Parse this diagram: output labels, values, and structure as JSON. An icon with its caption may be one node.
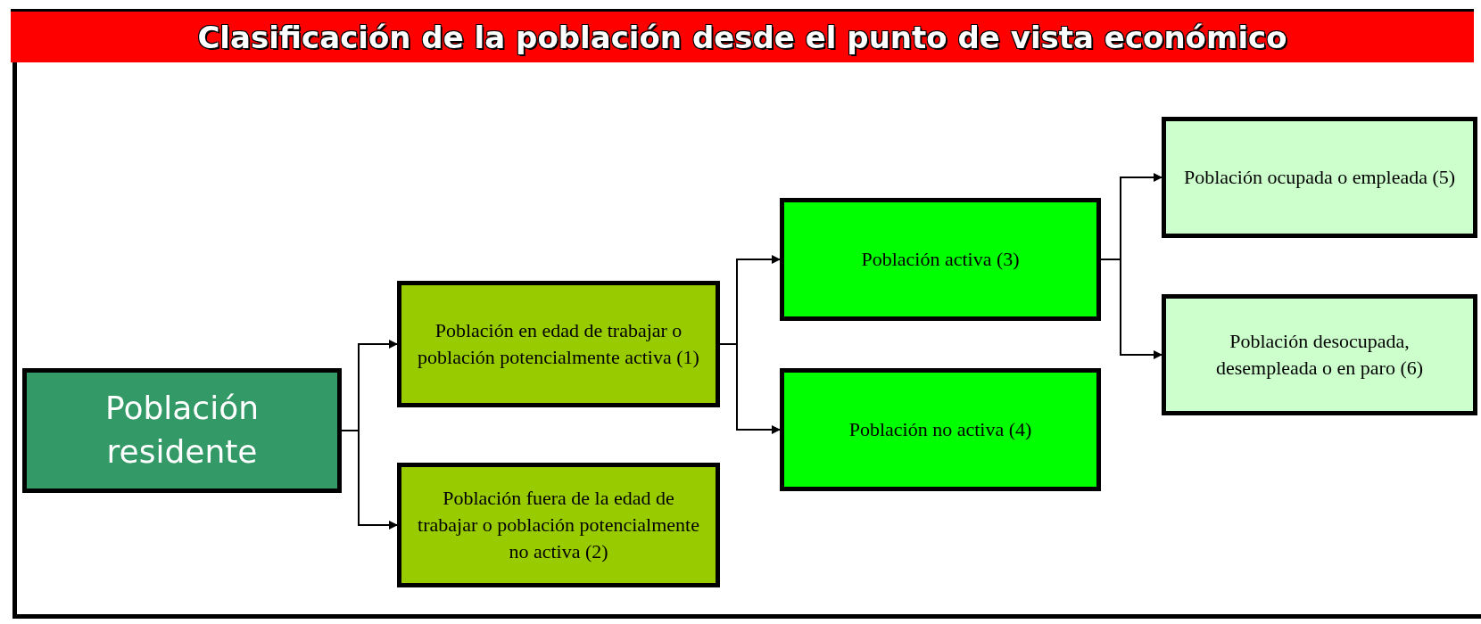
{
  "diagram": {
    "title": "Clasificación de la población desde el punto de vista económico",
    "nodes": [
      {
        "text": [
          "Población residente"
        ]
      },
      {
        "text": [
          "Población en edad de trabajar o población potencialmente activa (1)"
        ]
      },
      {
        "text": [
          "Población fuera de la edad de trabajar o población potencialmente no activa (2)"
        ]
      },
      {
        "text": [
          "Población activa (3)"
        ]
      },
      {
        "text": [
          "Población no activa (4)"
        ]
      },
      {
        "text": [
          "Población ocupada o empleada (5)"
        ]
      },
      {
        "text": [
          "Población desocupada, desempleada o en paro (6)"
        ]
      }
    ],
    "edges": [
      {
        "from": 0,
        "to": 1,
        "arrow": "to"
      },
      {
        "from": 0,
        "to": 2,
        "arrow": "to"
      },
      {
        "from": 1,
        "to": 3,
        "arrow": "to"
      },
      {
        "from": 1,
        "to": 4,
        "arrow": "to"
      },
      {
        "from": 3,
        "to": 5,
        "arrow": "to"
      },
      {
        "from": 3,
        "to": 6,
        "arrow": "to"
      }
    ]
  }
}
